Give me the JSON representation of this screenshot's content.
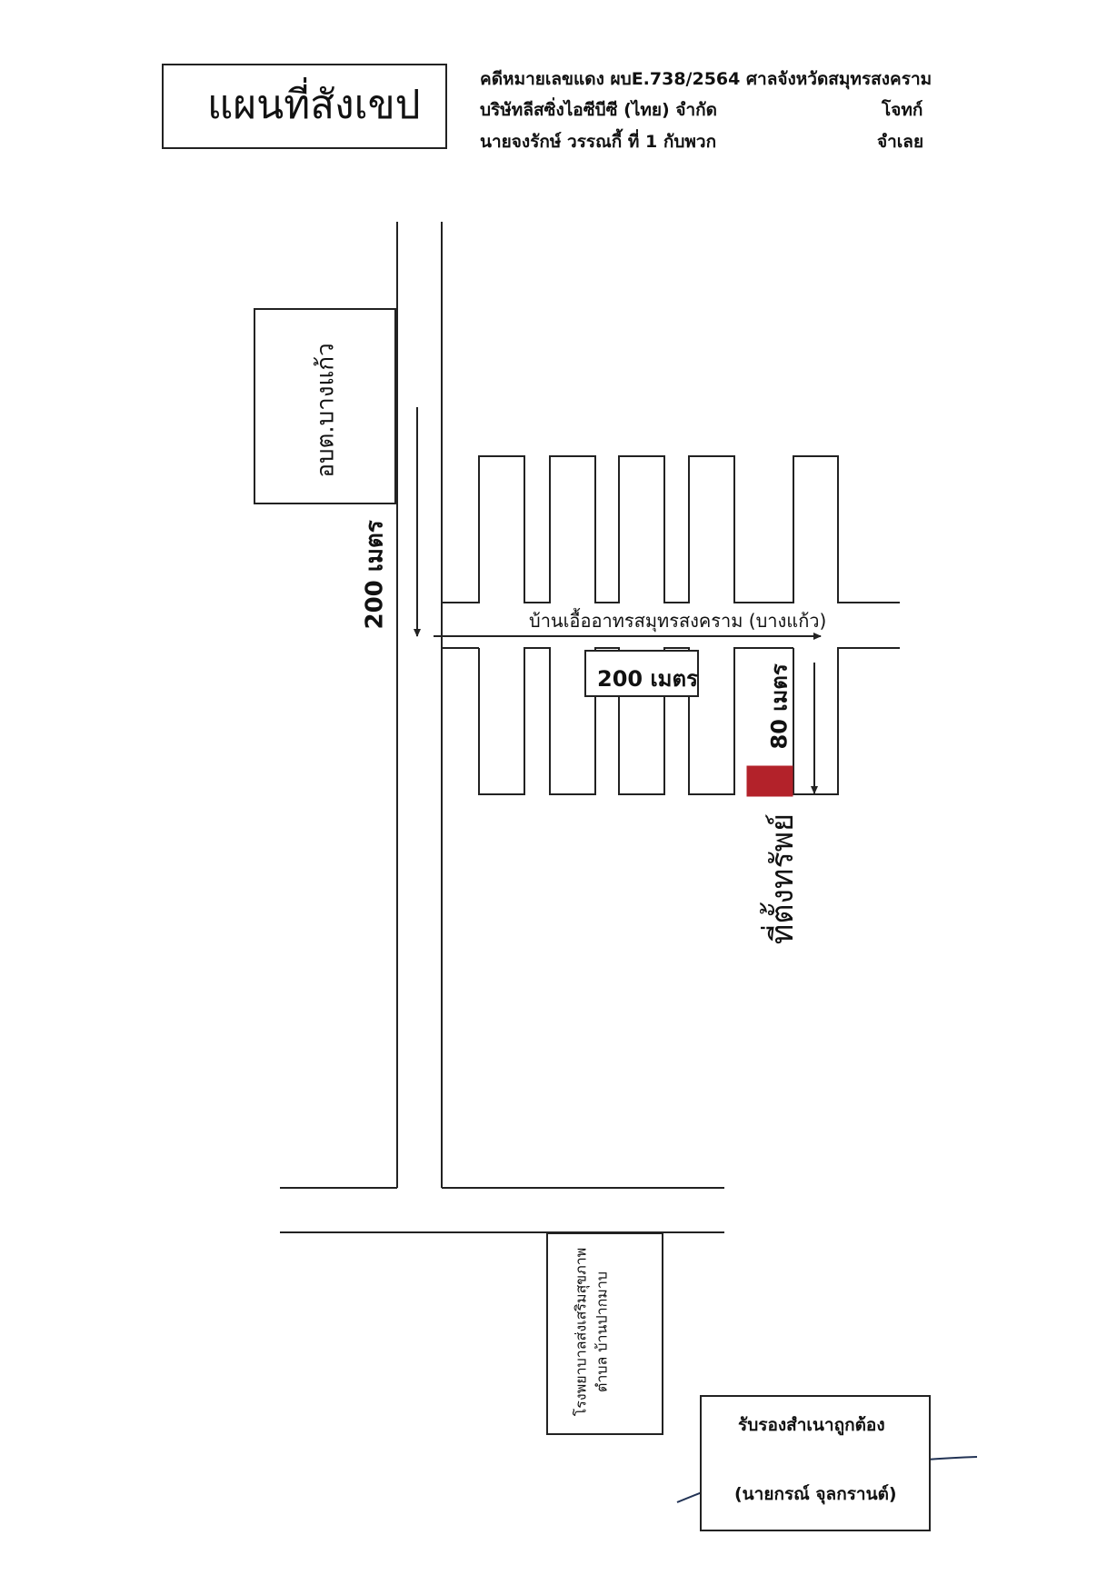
{
  "title": "แผนที่สังเขป",
  "case": {
    "line1": "คดีหมายเลขแดง ผบE.738/2564 ศาลจังหวัดสมุทรสงคราม",
    "line2_left": "บริษัทลีสซิ่งไอซีบีซี (ไทย) จำกัด",
    "line2_right": "โจทก์",
    "line3_left": "นายจงรักษ์ วรรณกี้ ที่ 1 กับพวก",
    "line3_right": "จำเลย"
  },
  "landmarks": {
    "obt": "อบต.บางแก้ว",
    "hospital_line1": "โรงพยาบาลส่งเสริมสุขภาพ",
    "hospital_line2": "ตำบล บ้านปากมาบ",
    "village": "บ้านเอื้ออาทรสมุทรสงคราม (บางแก้ว)",
    "property": "ที่ตั้งทรัพย์"
  },
  "distances": {
    "vertical_main": "200 เมตร",
    "horizontal": "200 เมตร",
    "vertical_short": "80 เมตร"
  },
  "certification": {
    "title": "รับรองสำเนาถูกต้อง",
    "name": "(นายกรณ์ จุลกรานต์)"
  },
  "colors": {
    "property_marker": "#b3222a",
    "line": "#222222"
  }
}
